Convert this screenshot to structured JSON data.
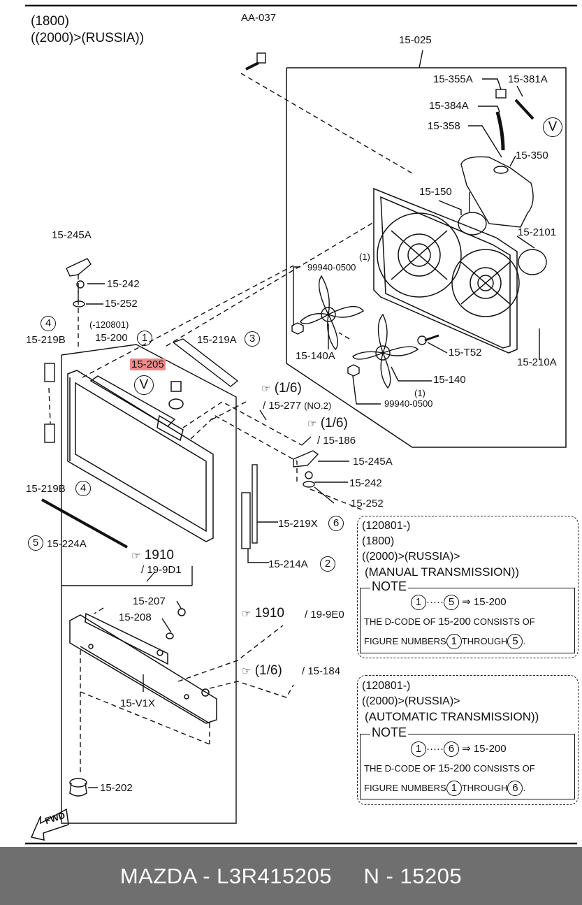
{
  "header": {
    "line1": "(1800)",
    "line2": "((2000)>(RUSSIA))"
  },
  "parts": {
    "aa037": "AA-037",
    "p15025": "15-025",
    "p15355a": "15-355A",
    "p15381a": "15-381A",
    "p15384a": "15-384A",
    "p15358": "15-358",
    "p15350": "15-350",
    "p15150": "15-150",
    "p152101": "15-2101",
    "p99940_top": "99940-0500",
    "p99940_top_q": "(1)",
    "p15140a": "15-140A",
    "p15t52": "15-T52",
    "p15210a": "15-210A",
    "p15140": "15-140",
    "p15140_q": "(1)",
    "p99940_bot": "99940-0500",
    "p15245a_top": "15-245A",
    "p15242_top": "15-242",
    "p15252_top": "15-252",
    "c4a": "4",
    "p15219b_a": "15-219B",
    "p120801": "(-120801)",
    "p15200": "15-200",
    "c1": "1",
    "p15219a": "15-219A",
    "c3": "3",
    "p15205": "15-205",
    "v1": "V",
    "v2": "V",
    "ref_16a": "(1/6)",
    "ref_15277": "/ 15-277",
    "ref_no2": "(NO.2)",
    "ref_16b": "(1/6)",
    "ref_15186": "/ 15-186",
    "p15245a_b": "15-245A",
    "p15242_b": "15-242",
    "p15252_b": "15-252",
    "p15219b_b": "15-219B",
    "c4b": "4",
    "p15219x": "15-219X",
    "c6": "6",
    "c5": "5",
    "p15224a": "15-224A",
    "ref_1910a": "1910",
    "ref_199d1": "/ 19-9D1",
    "p15214a": "15-214A",
    "c2": "2",
    "p15207": "15-207",
    "p15208": "15-208",
    "ref_1910b": "1910",
    "ref_199e0": "/ 19-9E0",
    "ref_16c": "(1/6)",
    "ref_15184": "/ 15-184",
    "p15v1x": "15-V1X",
    "p15202": "15-202",
    "fwd": "FWD"
  },
  "notes": [
    {
      "l1": "(120801-)",
      "l2": "(1800)",
      "l3": "((2000)>(RUSSIA)>",
      "l4": "(MANUAL TRANSMISSION))",
      "note": "NOTE",
      "from": "1",
      "dots": "·····",
      "to": "5",
      "arrow": "⇒",
      "target": "15-200",
      "t1": "THE D-CODE OF",
      "t2": "15-200",
      "t3": "CONSISTS OF",
      "t4": "FIGURE NUMBERS",
      "t5": "THROUGH",
      "end": "."
    },
    {
      "l1": "(120801-)",
      "l3": "((2000)>(RUSSIA)>",
      "l4": "(AUTOMATIC TRANSMISSION))",
      "note": "NOTE",
      "from": "1",
      "dots": "·····",
      "to": "6",
      "arrow": "⇒",
      "target": "15-200",
      "t1": "THE D-CODE OF",
      "t2": "15-200",
      "t3": "CONSISTS OF",
      "t4": "FIGURE NUMBERS",
      "t5": "THROUGH",
      "end": "."
    }
  ],
  "footer": {
    "text": "MAZDA - L3R415205     N - 15205"
  },
  "colors": {
    "highlight": "#f08a8a",
    "footer_bg": "#6f6f6f"
  }
}
